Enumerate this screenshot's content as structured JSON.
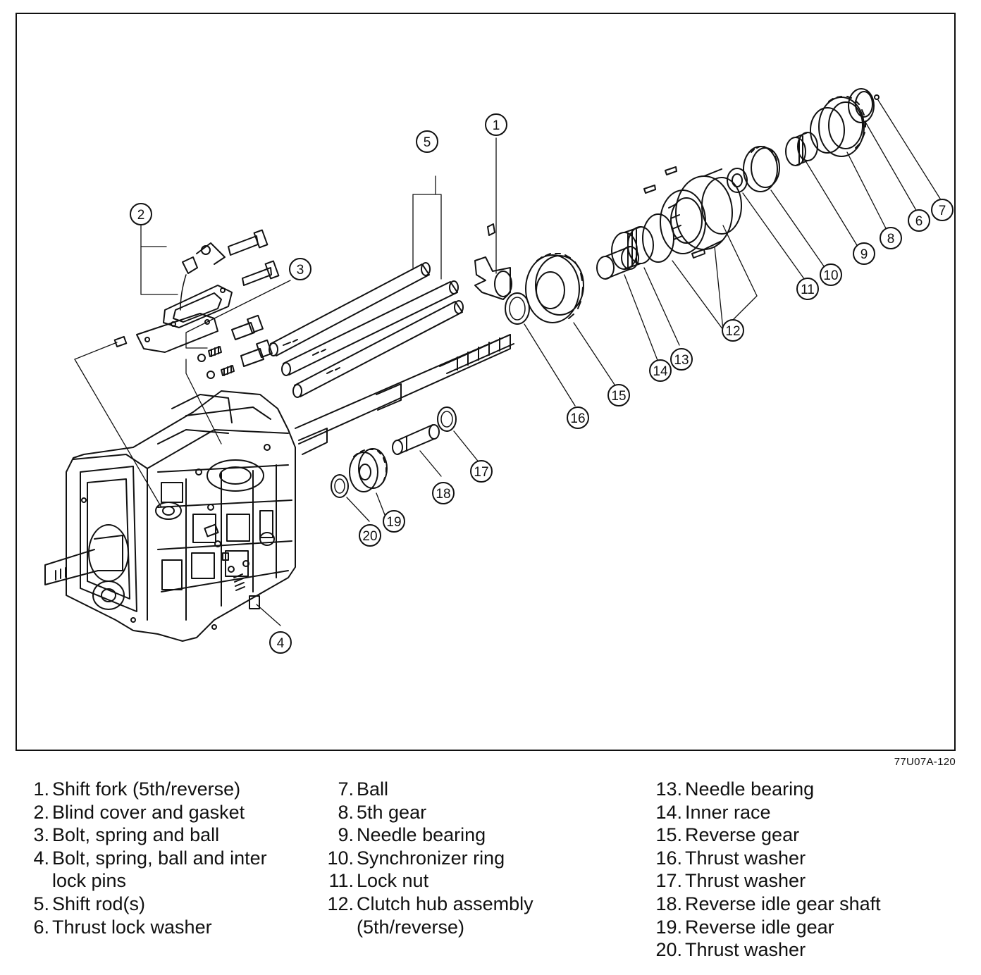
{
  "figure_code": "77U07A-120",
  "callouts": [
    "1",
    "2",
    "3",
    "4",
    "5",
    "6",
    "7",
    "8",
    "9",
    "10",
    "11",
    "12",
    "13",
    "14",
    "15",
    "16",
    "17",
    "18",
    "19",
    "20"
  ],
  "legend": {
    "columns": [
      [
        {
          "num": "1.",
          "lines": [
            "Shift fork (5th/reverse)"
          ]
        },
        {
          "num": "2.",
          "lines": [
            "Blind cover and gasket"
          ]
        },
        {
          "num": "3.",
          "lines": [
            "Bolt, spring and ball"
          ]
        },
        {
          "num": "4.",
          "lines": [
            "Bolt, spring, ball and inter",
            "lock pins"
          ]
        },
        {
          "num": "5.",
          "lines": [
            "Shift rod(s)"
          ]
        },
        {
          "num": "6.",
          "lines": [
            "Thrust lock washer"
          ]
        }
      ],
      [
        {
          "num": "7.",
          "lines": [
            "Ball"
          ]
        },
        {
          "num": "8.",
          "lines": [
            "5th gear"
          ]
        },
        {
          "num": "9.",
          "lines": [
            "Needle bearing"
          ]
        },
        {
          "num": "10.",
          "lines": [
            "Synchronizer ring"
          ]
        },
        {
          "num": "11.",
          "lines": [
            "Lock nut"
          ]
        },
        {
          "num": "12.",
          "lines": [
            "Clutch hub assembly",
            "(5th/reverse)"
          ]
        }
      ],
      [
        {
          "num": "13.",
          "lines": [
            "Needle bearing"
          ]
        },
        {
          "num": "14.",
          "lines": [
            "Inner race"
          ]
        },
        {
          "num": "15.",
          "lines": [
            "Reverse gear"
          ]
        },
        {
          "num": "16.",
          "lines": [
            "Thrust washer"
          ]
        },
        {
          "num": "17.",
          "lines": [
            "Thrust washer"
          ]
        },
        {
          "num": "18.",
          "lines": [
            "Reverse idle gear shaft"
          ]
        },
        {
          "num": "19.",
          "lines": [
            "Reverse idle gear"
          ]
        },
        {
          "num": "20.",
          "lines": [
            "Thrust washer"
          ]
        }
      ]
    ]
  }
}
